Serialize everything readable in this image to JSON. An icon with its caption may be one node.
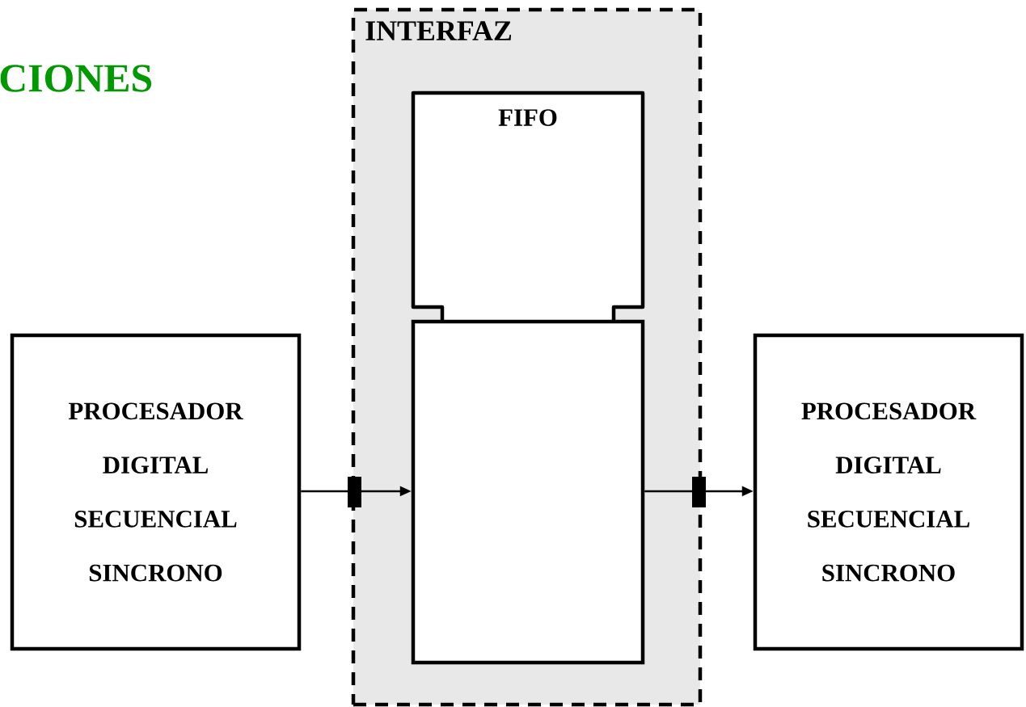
{
  "diagram": {
    "nodes": [
      {
        "text": [
          "INTERFAZ"
        ]
      },
      {
        "text": [
          "FIFO"
        ],
        "in": 0
      },
      {
        "text": [],
        "shape": "box",
        "in": 0
      },
      {
        "text": [
          "PROCESADOR DIGITAL SECUENCIAL SINCRONO"
        ]
      },
      {
        "text": [
          "PROCESADOR DIGITAL SECUENCIAL SINCRONO"
        ]
      }
    ],
    "edges": [
      {
        "from": 3,
        "to": 2,
        "arrow": "to"
      },
      {
        "from": 2,
        "to": 4,
        "arrow": "to"
      }
    ],
    "labels": [
      "CIONES"
    ]
  }
}
